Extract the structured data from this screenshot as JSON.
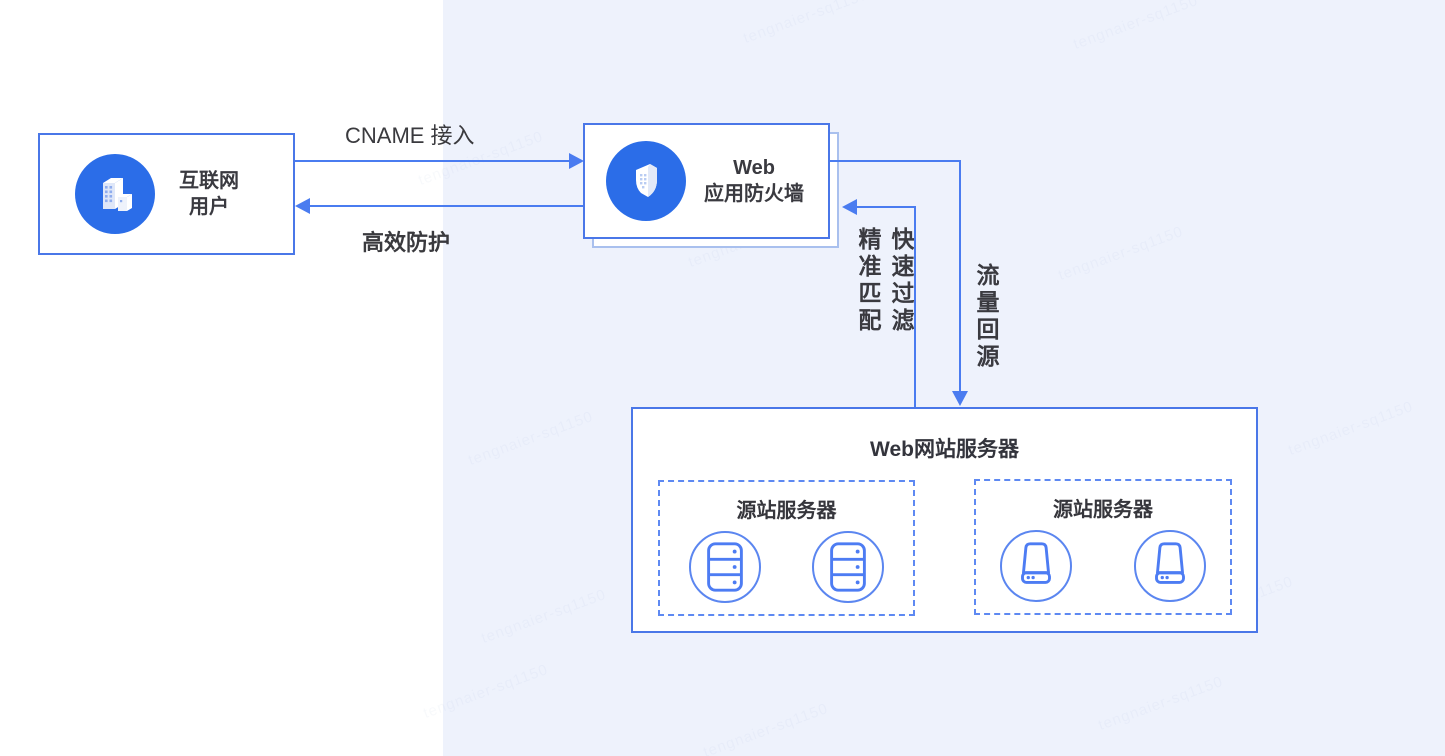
{
  "nodes": {
    "internet_user": {
      "line1": "互联网",
      "line2": "用户",
      "icon": "building-icon"
    },
    "waf": {
      "line1": "Web",
      "line2": "应用防火墙",
      "icon": "shield-icon"
    },
    "server_group": {
      "title": "Web网站服务器",
      "origin_groups": [
        {
          "label": "源站服务器",
          "icon": "server-rack-icon",
          "server_count": 2
        },
        {
          "label": "源站服务器",
          "icon": "server-host-icon",
          "server_count": 2
        }
      ]
    }
  },
  "edges": {
    "cname": {
      "label": "CNAME 接入",
      "from": "internet_user",
      "to": "waf"
    },
    "protection": {
      "label": "高效防护",
      "from": "waf",
      "to": "internet_user"
    },
    "back_to_origin": {
      "label": "流量回源",
      "from": "waf",
      "to": "server_group"
    },
    "upstream": {
      "labels": [
        "精准匹配",
        "快速过滤"
      ],
      "from": "server_group",
      "to": "waf"
    }
  },
  "colors": {
    "accent_blue": "#2b6de8",
    "line_blue": "#4a7cf0",
    "border_blue": "#4a77e8",
    "dashed_blue": "#5e89f2",
    "outline_icon_blue": "#4d7cf3",
    "panel_bg": "#eef2fc",
    "shadow_border": "#a9c0ee",
    "text_dark": "#3a3a40"
  },
  "watermark": {
    "text": "tengnaier-sq1150"
  }
}
